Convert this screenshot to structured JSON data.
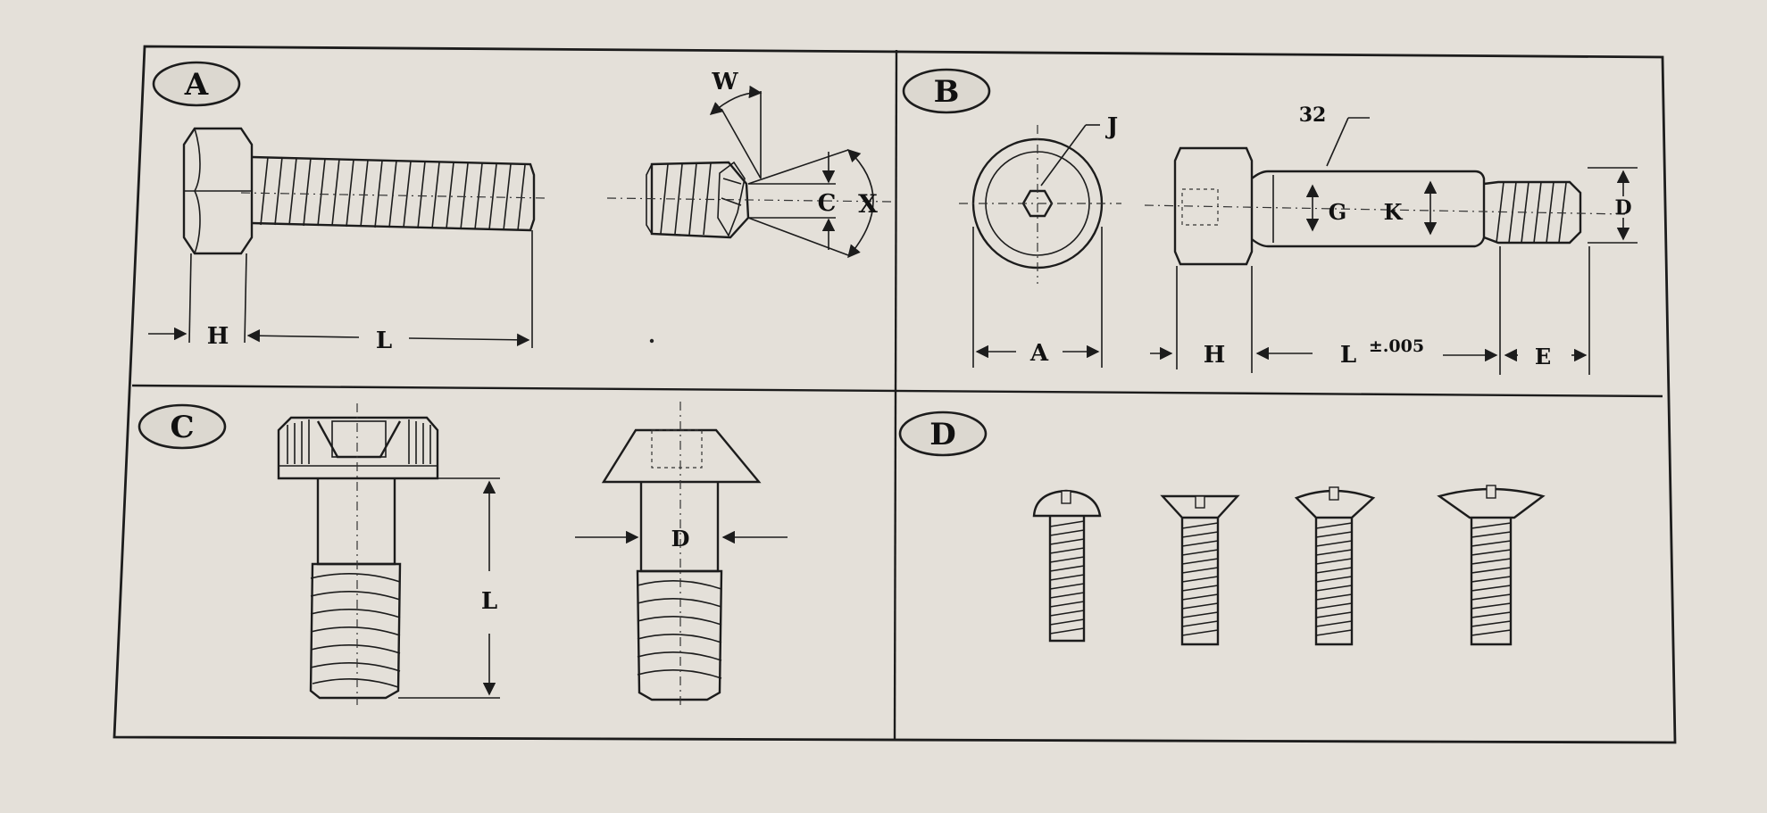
{
  "panels": {
    "a": {
      "badge": "A",
      "labels": {
        "w": "W",
        "c": "C",
        "x": "X",
        "h": "H",
        "l": "L"
      }
    },
    "b": {
      "badge": "B",
      "labels": {
        "j": "J",
        "n32": "32",
        "g": "G",
        "k": "K",
        "d": "D",
        "a": "A",
        "h": "H",
        "l_tol": "L",
        "tol": "±.005",
        "e": "E"
      }
    },
    "c": {
      "badge": "C",
      "labels": {
        "l": "L",
        "d": "D"
      }
    },
    "d": {
      "badge": "D"
    }
  }
}
